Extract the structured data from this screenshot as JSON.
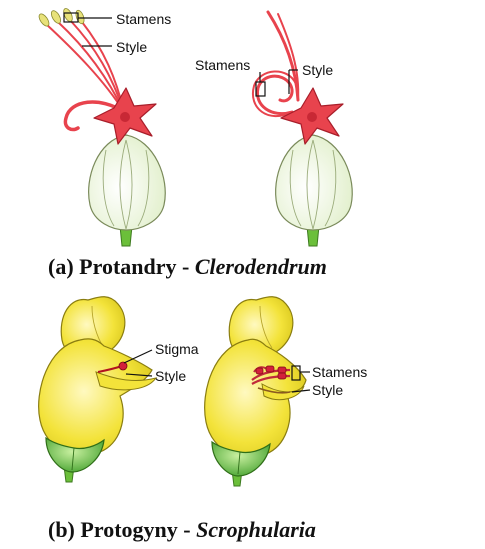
{
  "panel_a": {
    "left_labels": {
      "stamens": "Stamens",
      "style": "Style"
    },
    "right_labels": {
      "stamens": "Stamens",
      "style": "Style"
    },
    "caption": {
      "prefix": "(a) Protandry - ",
      "genus": "Clerodendrum"
    }
  },
  "panel_b": {
    "left_labels": {
      "stigma": "Stigma",
      "style": "Style"
    },
    "right_labels": {
      "stamens": "Stamens",
      "style": "Style"
    },
    "caption": {
      "prefix": "(b) Protogyny - ",
      "genus": "Scrophularia"
    }
  },
  "colors": {
    "petal_red": "#e8434d",
    "calyx_white": "#f2f7e8",
    "flower_yellow": "#f3e33a",
    "calyx_green": "#5bb33a",
    "stamen_yellow": "#e8e27a"
  }
}
